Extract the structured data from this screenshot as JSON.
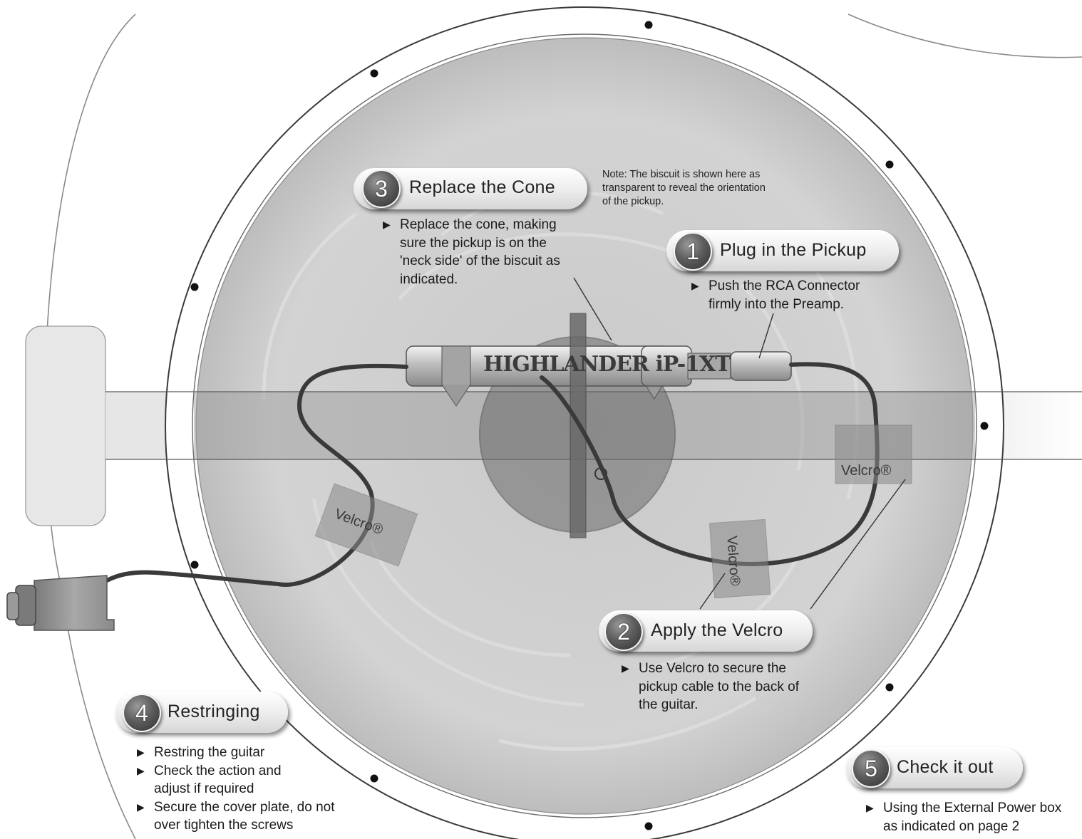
{
  "note": "Note: The biscuit is shown here as transparent to reveal the orientation of the pickup.",
  "velcro_label": "Velcro®",
  "brand_label": "HIGHLANDER iP-1XT",
  "steps": [
    {
      "number": "1",
      "title": "Plug in the Pickup",
      "bullets": [
        "Push the RCA Connector firmly into the Preamp."
      ]
    },
    {
      "number": "2",
      "title": "Apply the Velcro",
      "bullets": [
        "Use Velcro to secure the pickup cable to the back of the guitar."
      ]
    },
    {
      "number": "3",
      "title": "Replace the Cone",
      "bullets": [
        "Replace the cone, making sure the pickup is on the 'neck side' of the biscuit as indicated."
      ]
    },
    {
      "number": "4",
      "title": "Restringing",
      "bullets": [
        "Restring the guitar",
        "Check the action and adjust if required",
        "Secure the cover plate, do not over tighten the screws"
      ]
    },
    {
      "number": "5",
      "title": "Check it out",
      "bullets": [
        "Using the External Power box as indicated on page 2"
      ]
    }
  ]
}
